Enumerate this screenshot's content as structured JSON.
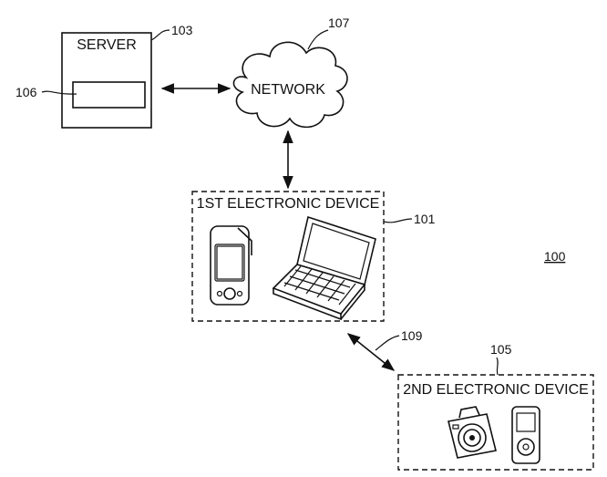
{
  "server": {
    "label": "SERVER",
    "ref": "103",
    "component_ref": "106"
  },
  "network": {
    "label": "NETWORK",
    "ref": "107"
  },
  "first_device": {
    "label": "1ST ELECTRONIC DEVICE",
    "ref": "101"
  },
  "second_device": {
    "label": "2ND ELECTRONIC DEVICE",
    "ref": "105"
  },
  "link": {
    "ref": "109"
  },
  "figure": {
    "ref": "100"
  }
}
